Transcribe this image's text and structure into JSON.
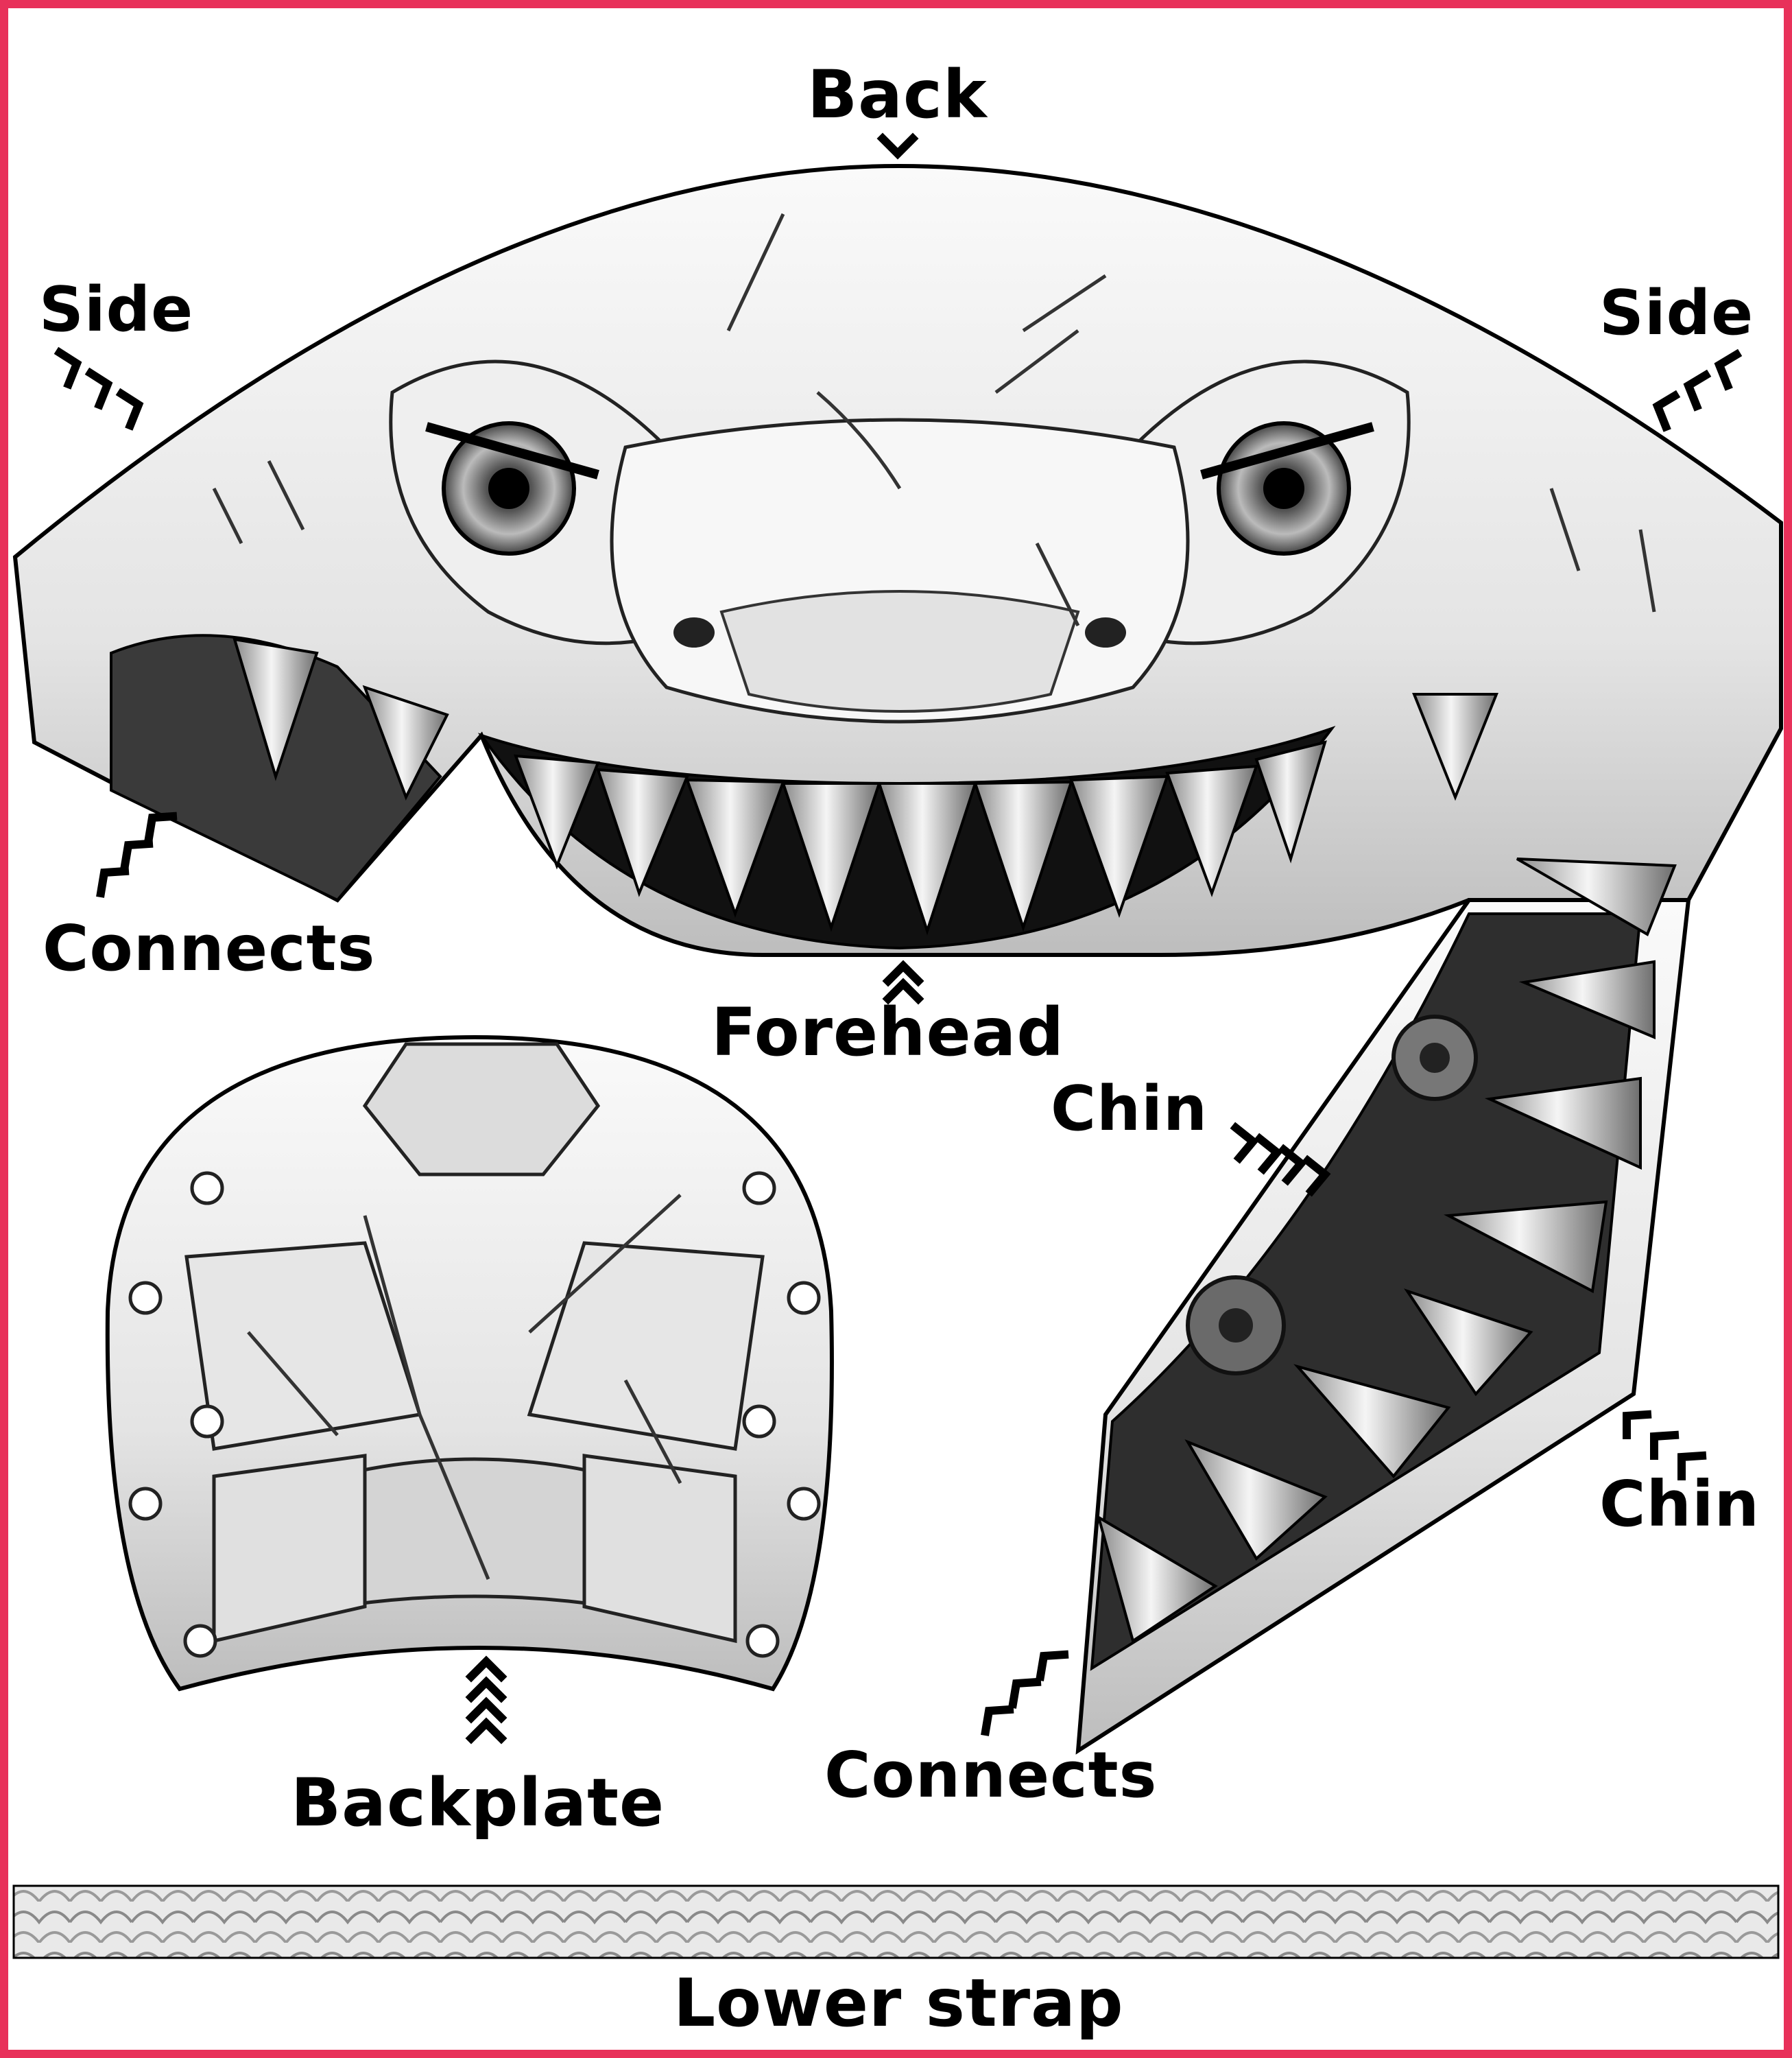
{
  "labels": {
    "back": "Back",
    "side_left": "Side",
    "side_right": "Side",
    "connects_left": "Connects",
    "forehead": "Forehead",
    "chin_mid": "Chin",
    "chin_right": "Chin",
    "backplate": "Backplate",
    "connects_right": "Connects",
    "lower_strap": "Lower strap"
  },
  "colors": {
    "frame_border": "#e8315a",
    "background": "#ffffff",
    "ink": "#000000",
    "armor_light": "#f2f2f2",
    "armor_mid": "#c9c9c9",
    "armor_dark": "#555555"
  }
}
